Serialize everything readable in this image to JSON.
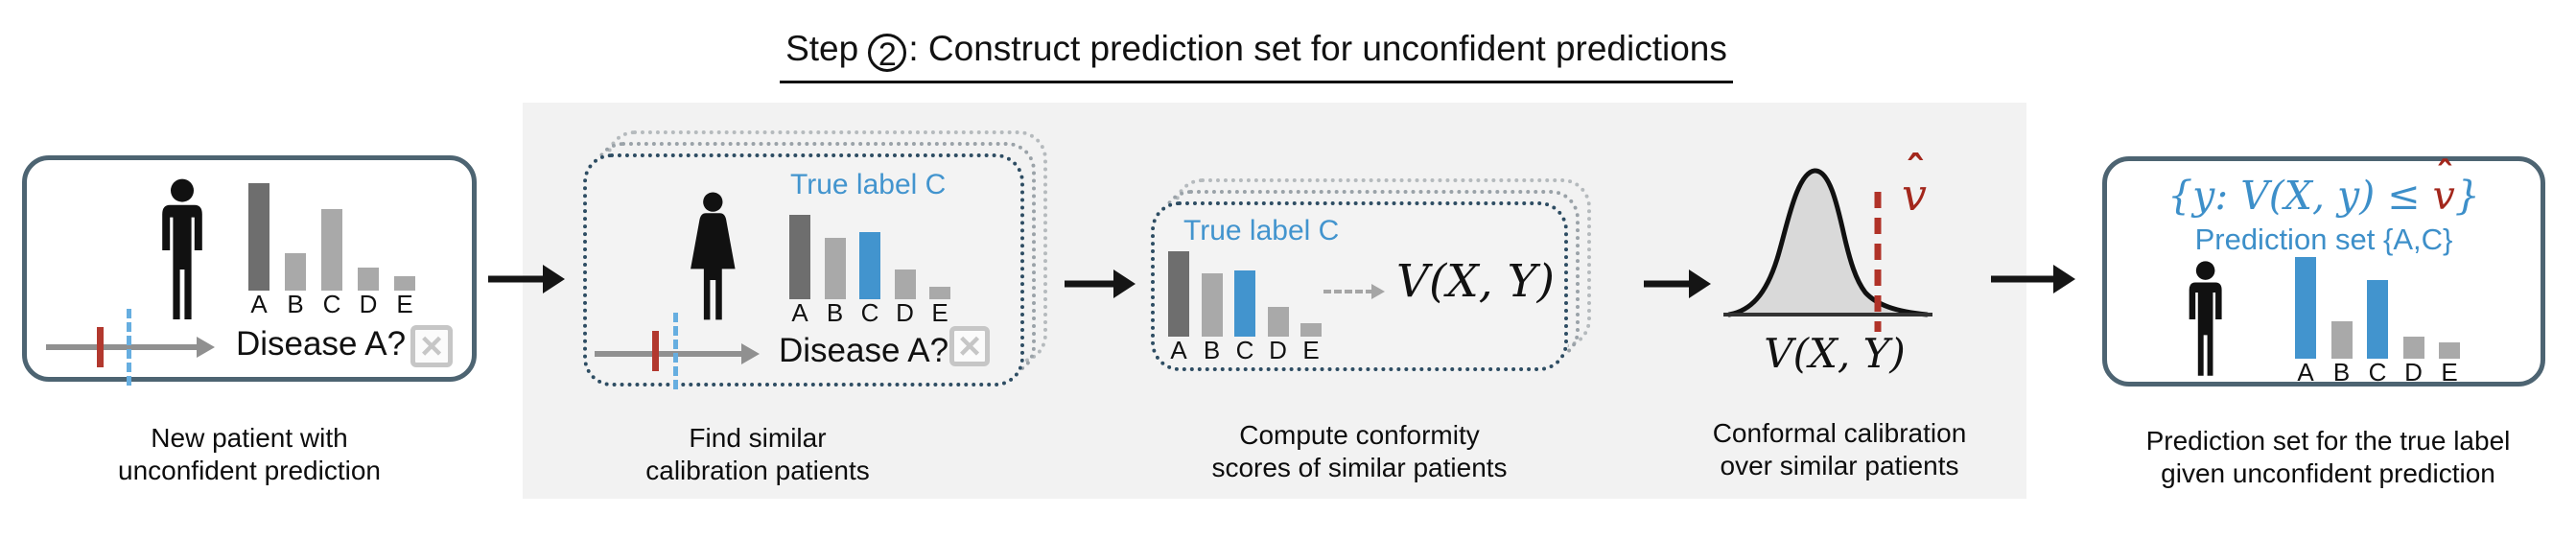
{
  "title": {
    "step_word": "Step",
    "step_number": "2",
    "rest": ": Construct prediction set for unconfident predictions"
  },
  "colors": {
    "accent_blue": "#4294ce",
    "accent_red": "#a3271c",
    "tick_red": "#b2382e",
    "threshold_blue": "#66aee0",
    "bar_dark_gray": "#6e6e6e",
    "bar_light_gray": "#a9a9a9",
    "panel_border": "#4d6472",
    "dotted_border": "#2e4d63",
    "step_region_bg": "#f2f2f2"
  },
  "flow": {
    "panel1": {
      "caption": "New patient with\nunconfident prediction",
      "question": "Disease A?",
      "reject_mark": "×"
    },
    "panel2": {
      "caption": "Find similar\ncalibration patients",
      "true_label": "True label C",
      "question": "Disease A?",
      "reject_mark": "×"
    },
    "panel3": {
      "caption": "Compute conformity\nscores of similar patients",
      "true_label": "True label C",
      "score_formula": "V(X, Y)"
    },
    "panel4": {
      "caption": "Conformal calibration\nover similar patients",
      "axis_label": "V(X, Y)",
      "vhat_base": "v",
      "vhat_hat": "ˆ"
    },
    "panel5": {
      "caption": "Prediction set for the true label\ngiven unconfident prediction",
      "formula_prefix": "{y: V(X, y) ≤ ",
      "vhat_base": "v",
      "vhat_hat": "ˆ",
      "formula_suffix": "}",
      "prediction_set_label": "Prediction set {A,C}"
    }
  },
  "chart_data": [
    {
      "id": "new-patient-probabilities",
      "type": "bar",
      "categories": [
        "A",
        "B",
        "C",
        "D",
        "E"
      ],
      "values": [
        1.0,
        0.35,
        0.76,
        0.21,
        0.13
      ],
      "colors": [
        "#6e6e6e",
        "#a9a9a9",
        "#a9a9a9",
        "#a9a9a9",
        "#a9a9a9"
      ],
      "ylim": [
        0,
        1
      ]
    },
    {
      "id": "calibration-patient-probabilities",
      "type": "bar",
      "categories": [
        "A",
        "B",
        "C",
        "D",
        "E"
      ],
      "values": [
        1.0,
        0.73,
        0.79,
        0.35,
        0.15
      ],
      "colors": [
        "#6e6e6e",
        "#a9a9a9",
        "#4294ce",
        "#a9a9a9",
        "#a9a9a9"
      ],
      "ylim": [
        0,
        1
      ]
    },
    {
      "id": "conformity-score-probabilities",
      "type": "bar",
      "categories": [
        "A",
        "B",
        "C",
        "D",
        "E"
      ],
      "values": [
        1.0,
        0.74,
        0.78,
        0.35,
        0.16
      ],
      "colors": [
        "#6e6e6e",
        "#a9a9a9",
        "#4294ce",
        "#a9a9a9",
        "#a9a9a9"
      ],
      "ylim": [
        0,
        1
      ]
    },
    {
      "id": "prediction-set-probabilities",
      "type": "bar",
      "categories": [
        "A",
        "B",
        "C",
        "D",
        "E"
      ],
      "values": [
        1.0,
        0.37,
        0.77,
        0.22,
        0.16
      ],
      "colors": [
        "#4294ce",
        "#a9a9a9",
        "#4294ce",
        "#a9a9a9",
        "#a9a9a9"
      ],
      "ylim": [
        0,
        1
      ]
    }
  ]
}
